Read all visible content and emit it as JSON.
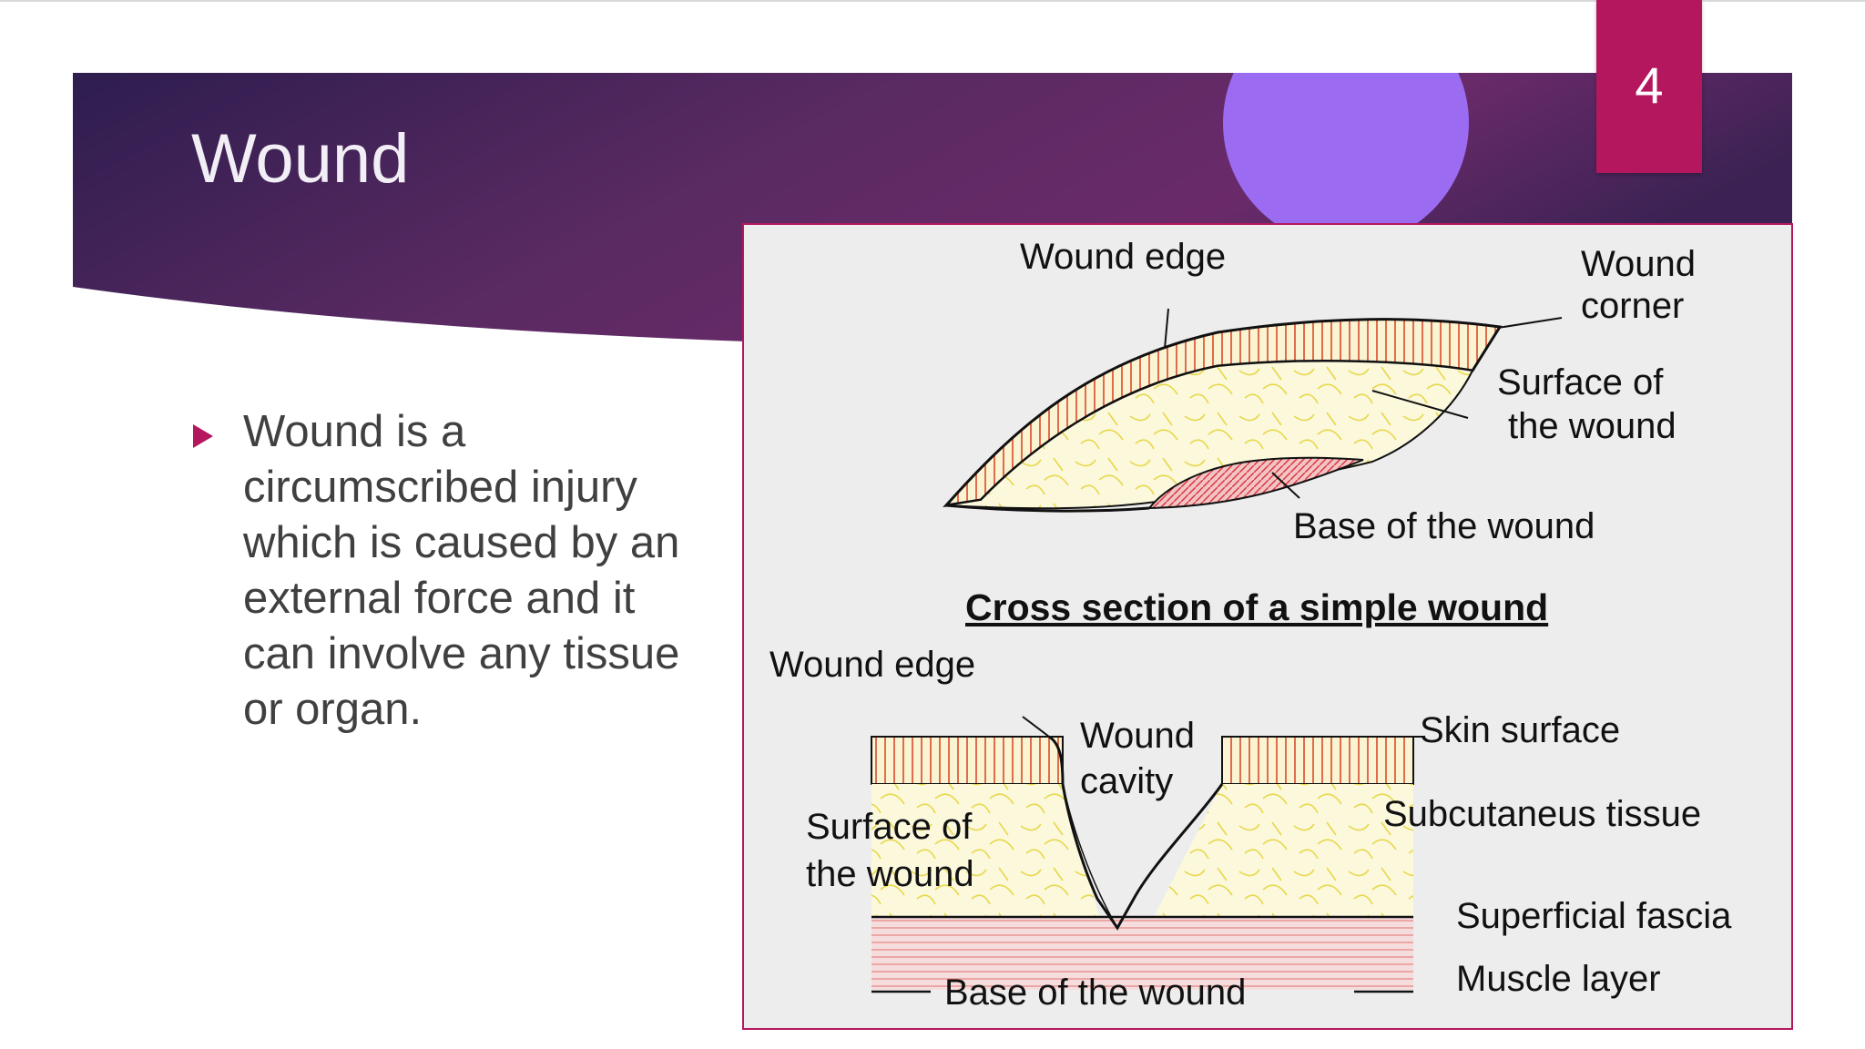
{
  "slide": {
    "number": "4",
    "title": "Wound",
    "bullet": "Wound is a circumscribed injury which is caused by an external force and it can involve any tissue or organ."
  },
  "figure": {
    "top_labels": {
      "wound_edge": "Wound edge",
      "wound_corner_1": "Wound",
      "wound_corner_2": "corner",
      "surface_1": "Surface of",
      "surface_2": "the wound",
      "base": "Base of the wound"
    },
    "caption": "Cross section of a simple wound",
    "bottom_labels": {
      "wound_edge": "Wound edge",
      "wound_cavity_1": "Wound",
      "wound_cavity_2": "cavity",
      "skin_surface": "Skin surface",
      "surface_1": "Surface of",
      "surface_2": "the wound",
      "subcutaneous": "Subcutaneus tissue",
      "superficial_fascia": "Superficial fascia",
      "muscle_layer": "Muscle layer",
      "base": "Base of the wound"
    }
  },
  "colors": {
    "banner_dark": "#2e1d4f",
    "banner_mid": "#6a2a6a",
    "accent_magenta": "#b5175f",
    "circle_violet": "#9b6cf2",
    "figure_background": "#ededed",
    "tissue_yellow": "#f3e35a",
    "tissue_red": "#d8323c"
  },
  "icons": [
    "triangle-bullet-icon"
  ]
}
